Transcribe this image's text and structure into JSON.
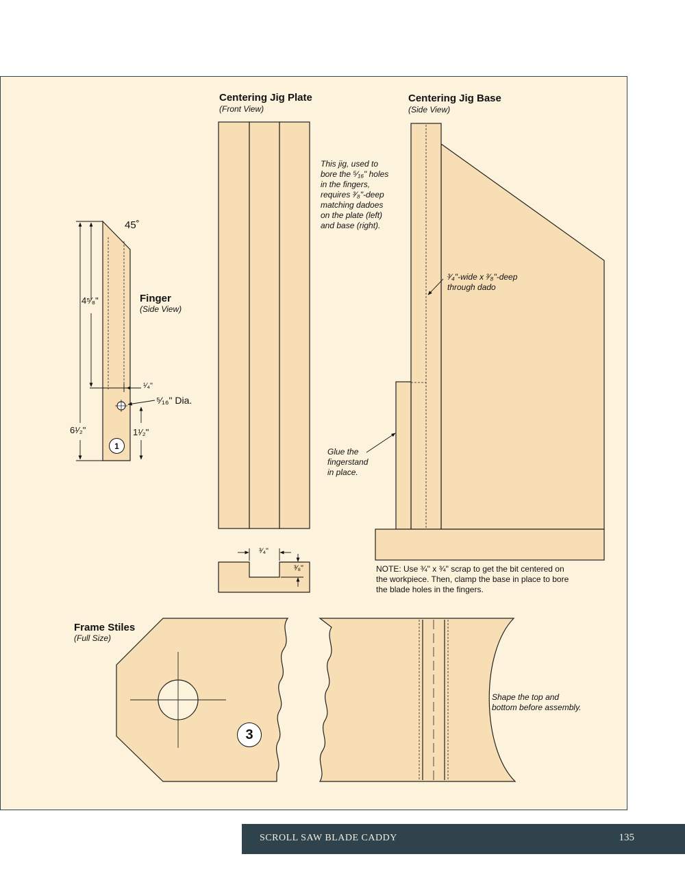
{
  "sections": {
    "jig_plate": {
      "title": "Centering Jig Plate",
      "view": "(Front View)"
    },
    "jig_base": {
      "title": "Centering Jig Base",
      "view": "(Side View)"
    },
    "finger": {
      "title": "Finger",
      "view": "(Side View)"
    },
    "frame_stiles": {
      "title": "Frame Stiles",
      "view": "(Full Size)"
    }
  },
  "notes": {
    "jig_purpose": [
      "This jig, used to",
      "bore the ⁵⁄₁₆\" holes",
      "in the fingers,",
      "requires ³⁄₈\"-deep",
      "matching dadoes",
      "on the plate (left)",
      "and base (right)."
    ],
    "dado": [
      "³⁄₄\"-wide x ³⁄₈\"-deep",
      "through dado"
    ],
    "glue": [
      "Glue the",
      "fingerstand",
      "in place."
    ],
    "scrap": [
      "NOTE: Use ¾\" x ¾\" scrap to get the bit centered on",
      "the workpiece. Then, clamp the base in place to bore",
      "the blade holes in the fingers."
    ],
    "shape": [
      "Shape the top and",
      "bottom before assembly."
    ]
  },
  "dimensions": {
    "angle": "45˚",
    "finger_upper": "4⁵⁄₈\"",
    "finger_total": "6¹⁄₂\"",
    "finger_lower": "1¹⁄₂\"",
    "hole_offset": "¹⁄₄\"",
    "hole_dia": "⁵⁄₁₆\" Dia.",
    "dado_width": "³⁄₄\"",
    "dado_depth": "³⁄₈\""
  },
  "callouts": {
    "finger": "1",
    "stile": "3"
  },
  "footer": {
    "title": "SCROLL SAW BLADE CADDY",
    "page": "135"
  },
  "colors": {
    "panel": "#fdf3dd",
    "wood": "#f8deb4",
    "border": "#2f4650",
    "footer": "#2e434c"
  }
}
